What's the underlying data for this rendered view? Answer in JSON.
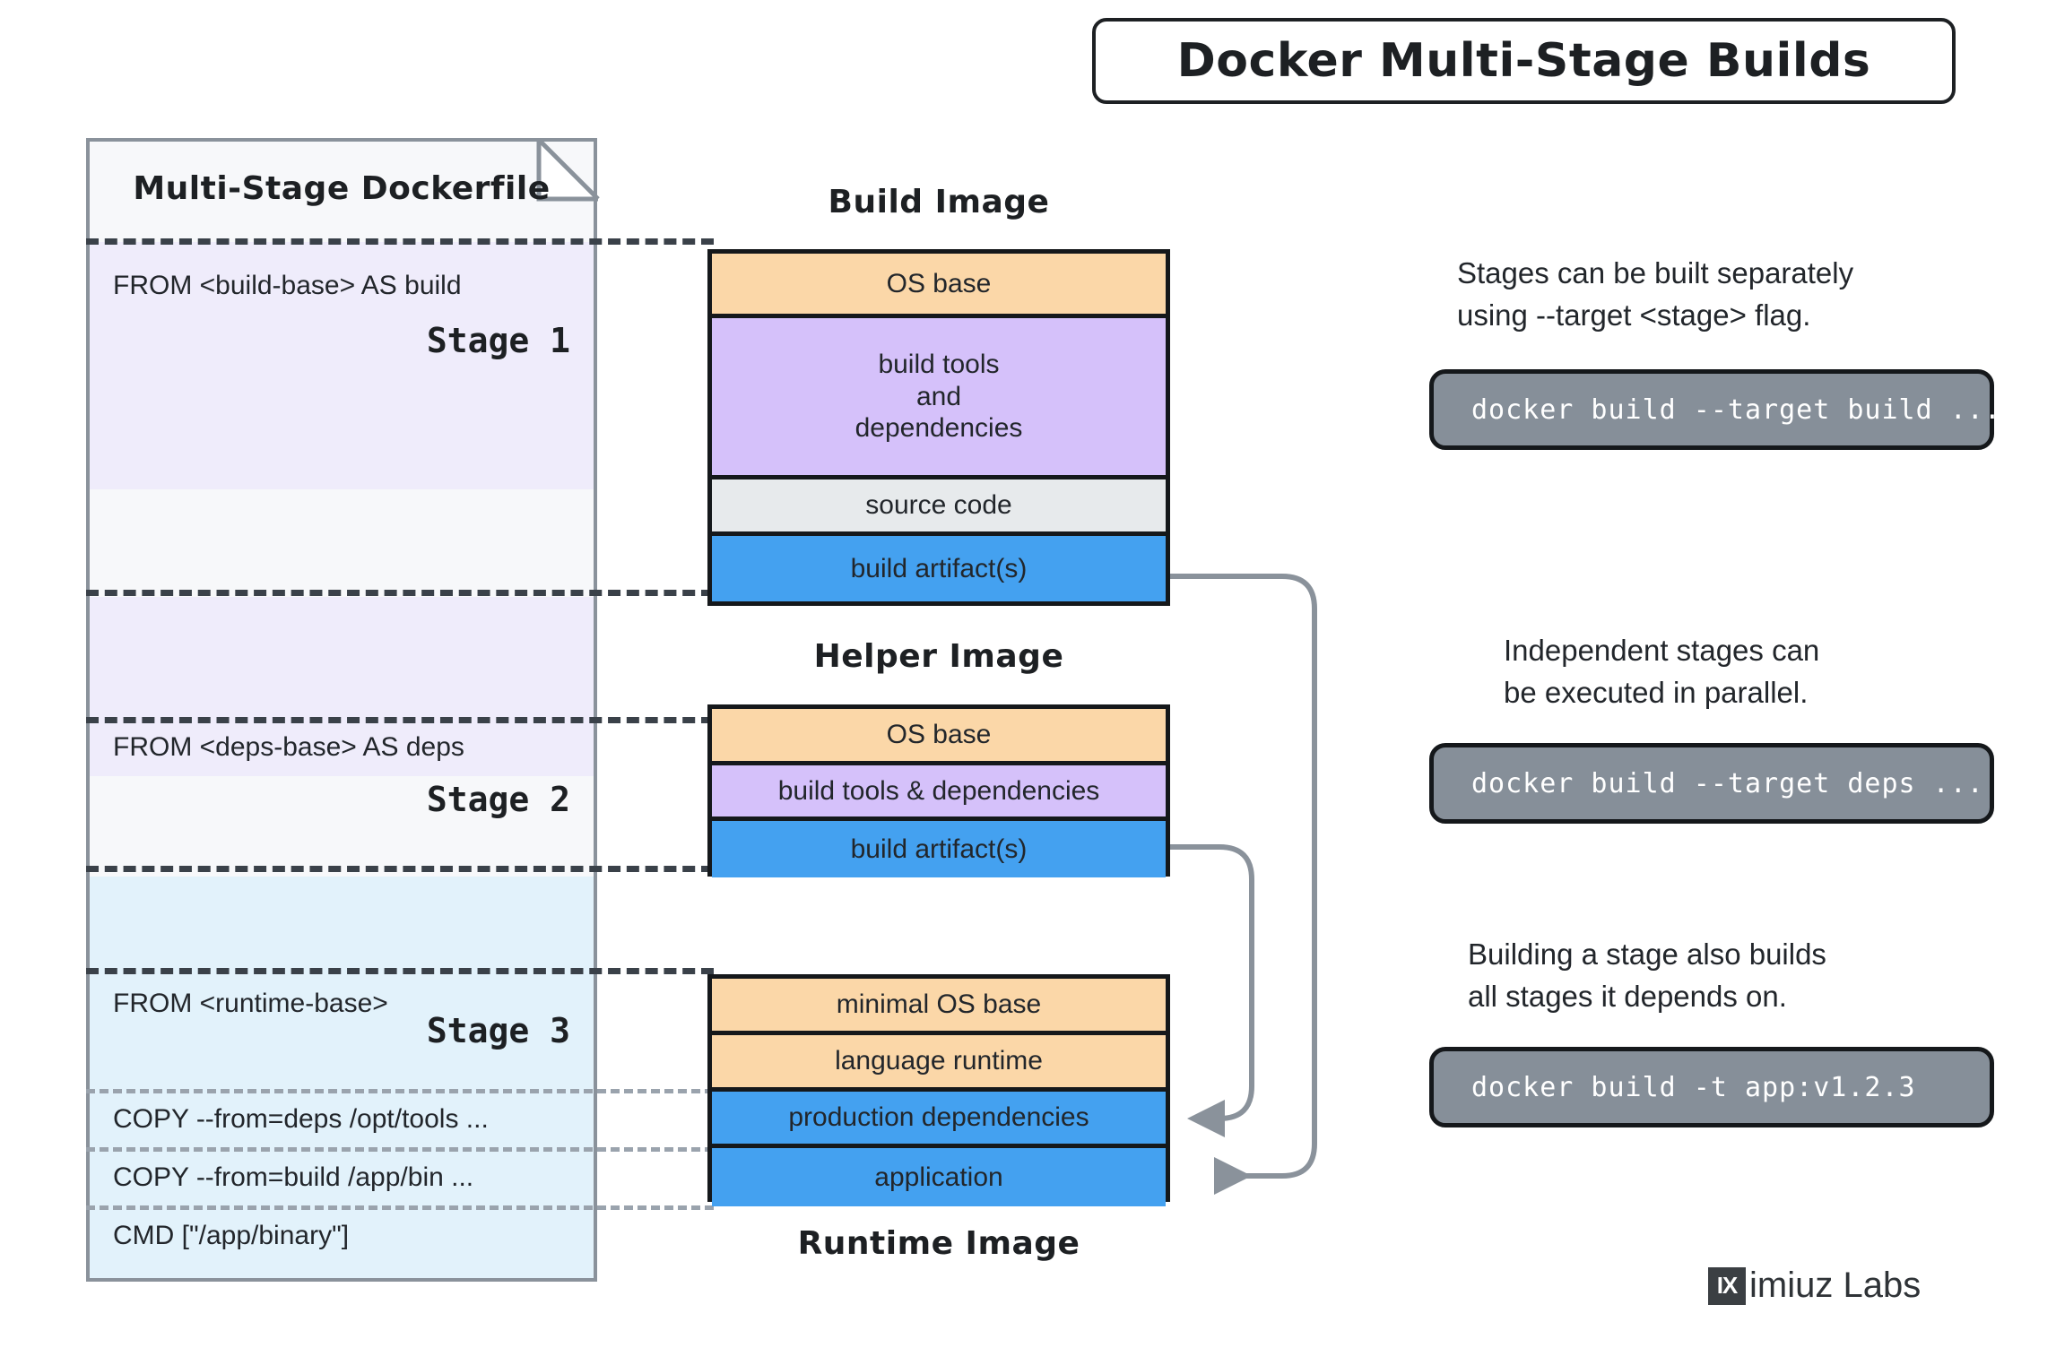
{
  "title": "Docker Multi-Stage Builds",
  "dockerfile": {
    "card_title": "Multi-Stage Dockerfile",
    "stages": [
      {
        "label": "Stage 1",
        "lines": [
          "FROM <build-base> AS build"
        ]
      },
      {
        "label": "Stage 2",
        "lines": [
          "FROM <deps-base> AS deps"
        ]
      },
      {
        "label": "Stage 3",
        "lines": [
          "FROM <runtime-base>",
          "COPY  --from=deps /opt/tools ...",
          "COPY  --from=build /app/bin ...",
          "CMD [\"/app/binary\"]"
        ]
      }
    ]
  },
  "images": [
    {
      "caption": "Build Image",
      "caption_position": "above",
      "layers": [
        {
          "text": "OS base",
          "color": "#fbd7a8",
          "kind": "os"
        },
        {
          "text": "build tools\nand\ndependencies",
          "color": "#d5c1fa",
          "kind": "tools"
        },
        {
          "text": "source code",
          "color": "#e7eaec",
          "kind": "source"
        },
        {
          "text": "build artifact(s)",
          "color": "#44a1f0",
          "kind": "artifact"
        }
      ]
    },
    {
      "caption": "Helper Image",
      "caption_position": "above",
      "layers": [
        {
          "text": "OS base",
          "color": "#fbd7a8",
          "kind": "os"
        },
        {
          "text": "build tools & dependencies",
          "color": "#d5c1fa",
          "kind": "tools"
        },
        {
          "text": "build artifact(s)",
          "color": "#44a1f0",
          "kind": "artifact"
        }
      ]
    },
    {
      "caption": "Runtime Image",
      "caption_position": "below",
      "layers": [
        {
          "text": "minimal OS base",
          "color": "#fbd7a8",
          "kind": "os"
        },
        {
          "text": "language runtime",
          "color": "#fbd7a8",
          "kind": "os"
        },
        {
          "text": "production dependencies",
          "color": "#44a1f0",
          "kind": "artifact"
        },
        {
          "text": "application",
          "color": "#44a1f0",
          "kind": "artifact"
        }
      ]
    }
  ],
  "notes": [
    {
      "text_line1": "Stages can be built separately",
      "text_line2": "using --target <stage> flag.",
      "command": "docker build --target build ..."
    },
    {
      "text_line1": "Independent stages can",
      "text_line2": "be executed in parallel.",
      "command": "docker build --target deps ..."
    },
    {
      "text_line1": "Building a stage also builds",
      "text_line2": "all stages it depends on.",
      "command": "docker build -t app:v1.2.3"
    }
  ],
  "logo": {
    "mark": "IX",
    "text": "imiuz Labs"
  },
  "colors": {
    "os_base": "#fbd7a8",
    "build_tools": "#d5c1fa",
    "source_code": "#e7eaec",
    "artifact": "#44a1f0",
    "stage1_band": "#efecfb",
    "stage2_band": "#efecfb",
    "stage3_band": "#e2f2fb",
    "code_box": "#868f99",
    "outline": "#15181b",
    "paper_border": "#8a929b"
  }
}
